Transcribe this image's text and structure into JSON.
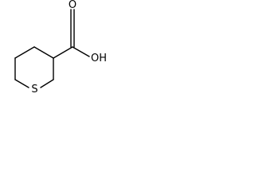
{
  "molecule": {
    "atoms": {
      "sulfur": "S",
      "hydroxyl": "OH",
      "carbonyl_oxygen": "O"
    }
  }
}
